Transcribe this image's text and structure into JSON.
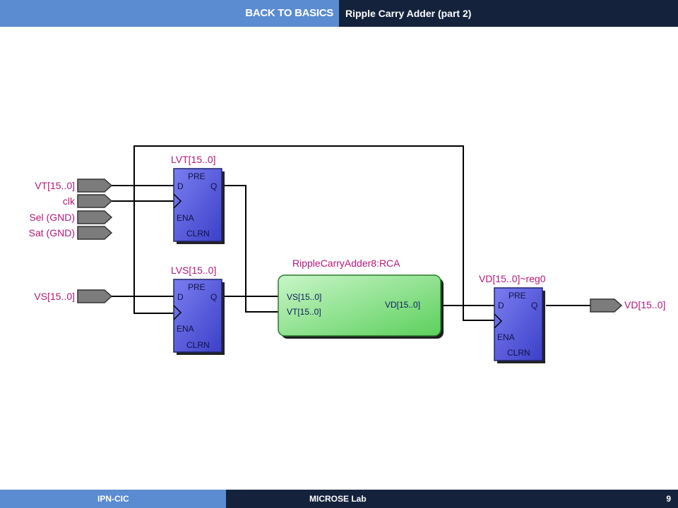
{
  "header": {
    "section": "BACK TO BASICS",
    "title": "Ripple Carry Adder (part 2)"
  },
  "footer": {
    "left": "IPN-CIC",
    "center": "MICROSE Lab",
    "page": "9"
  },
  "diagram": {
    "inputs": [
      "VT[15..0]",
      "clk",
      "Sel (GND)",
      "Sat (GND)",
      "VS[15..0]"
    ],
    "output": "VD[15..0]",
    "registers": [
      {
        "name": "LVT[15..0]",
        "ports": {
          "d": "D",
          "q": "Q",
          "pre": "PRE",
          "ena": "ENA",
          "clrn": "CLRN"
        }
      },
      {
        "name": "LVS[15..0]",
        "ports": {
          "d": "D",
          "q": "Q",
          "pre": "PRE",
          "ena": "ENA",
          "clrn": "CLRN"
        }
      },
      {
        "name": "VD[15..0]~reg0",
        "ports": {
          "d": "D",
          "q": "Q",
          "pre": "PRE",
          "ena": "ENA",
          "clrn": "CLRN"
        }
      }
    ],
    "adder": {
      "name": "RippleCarryAdder8:RCA",
      "in1": "VS[15..0]",
      "in2": "VT[15..0]",
      "out": "VD[15..0]"
    },
    "colors": {
      "wire": "#000000",
      "register": "#5a5ee0",
      "adder": "#8fe08f",
      "label": "#b5177a",
      "pin": "#888888"
    }
  }
}
